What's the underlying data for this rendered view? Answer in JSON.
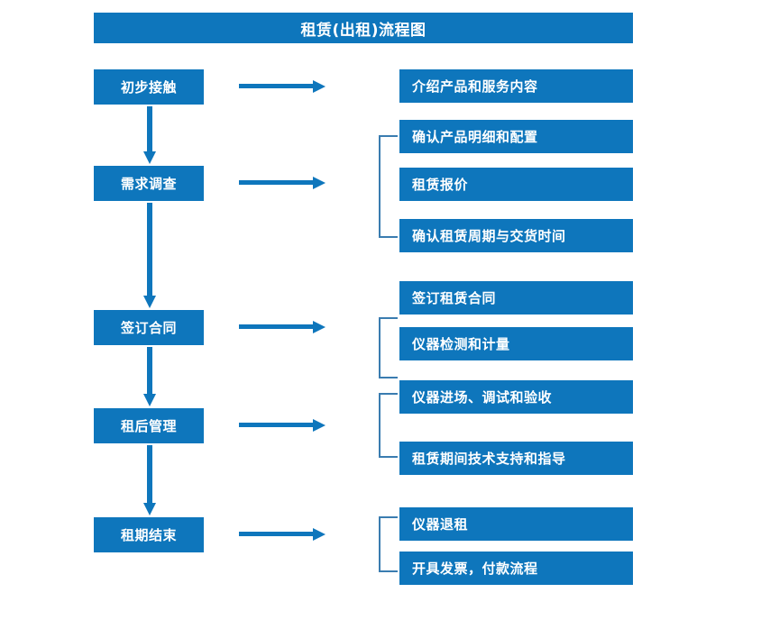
{
  "page": {
    "title": "租赁(出租)流程图",
    "accent_color": "#0E76BC",
    "bracket_color": "#3A7CB0",
    "arrow_color": "#0E76BC",
    "text_color": "#FFFFFF",
    "background_color": "#FFFFFF"
  },
  "stages": [
    {
      "id": "stage-1",
      "label": "初步接触"
    },
    {
      "id": "stage-2",
      "label": "需求调查"
    },
    {
      "id": "stage-3",
      "label": "签订合同"
    },
    {
      "id": "stage-4",
      "label": "租后管理"
    },
    {
      "id": "stage-5",
      "label": "租期结束"
    }
  ],
  "details": [
    {
      "id": "detail-1",
      "label": "介绍产品和服务内容"
    },
    {
      "id": "detail-2",
      "label": "确认产品明细和配置"
    },
    {
      "id": "detail-3",
      "label": "租赁报价"
    },
    {
      "id": "detail-4",
      "label": "确认租赁周期与交货时间"
    },
    {
      "id": "detail-5",
      "label": "签订租赁合同"
    },
    {
      "id": "detail-6",
      "label": "仪器检测和计量"
    },
    {
      "id": "detail-7",
      "label": "仪器进场、调试和验收"
    },
    {
      "id": "detail-8",
      "label": "租赁期间技术支持和指导"
    },
    {
      "id": "detail-9",
      "label": "仪器退租"
    },
    {
      "id": "detail-10",
      "label": "开具发票，付款流程"
    }
  ],
  "groups": [
    {
      "id": "group-1",
      "members": [
        "detail-2",
        "detail-3",
        "detail-4"
      ]
    },
    {
      "id": "group-2",
      "members": [
        "detail-5",
        "detail-6"
      ]
    },
    {
      "id": "group-3",
      "members": [
        "detail-7",
        "detail-8"
      ]
    },
    {
      "id": "group-4",
      "members": [
        "detail-9",
        "detail-10"
      ]
    }
  ],
  "connectors": {
    "vertical_count": 4,
    "horizontal_count": 5
  }
}
